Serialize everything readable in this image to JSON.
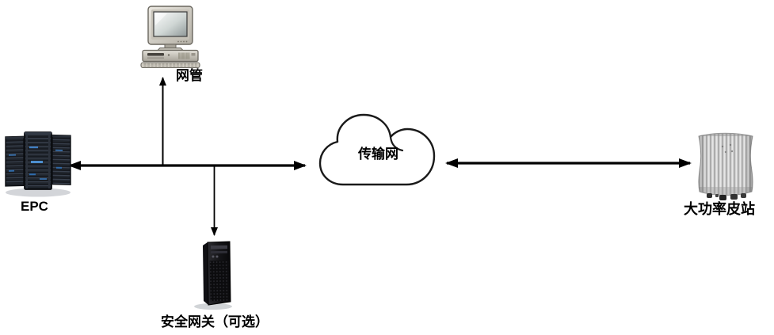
{
  "diagram": {
    "background": "#ffffff",
    "nodes": {
      "network_manager": {
        "label": "网管",
        "icon": "desktop-computer-icon"
      },
      "epc": {
        "label": "EPC",
        "icon": "server-rack-icon"
      },
      "transmission_network": {
        "label": "传输网",
        "icon": "cloud-icon"
      },
      "security_gateway": {
        "label": "安全网关（可选）",
        "icon": "tower-server-icon"
      },
      "pico_station": {
        "label": "大功率皮站",
        "icon": "base-station-icon"
      }
    },
    "connections": [
      {
        "from": "epc",
        "to": "transmission_network",
        "style": "bidirectional-bold"
      },
      {
        "from": "epc-transmission-line",
        "to": "network_manager",
        "style": "unidirectional-thin"
      },
      {
        "from": "epc-transmission-line",
        "to": "security_gateway",
        "style": "unidirectional-thin"
      },
      {
        "from": "transmission_network",
        "to": "pico_station",
        "style": "bidirectional-bold"
      }
    ],
    "colors": {
      "arrow": "#000000",
      "label": "#000000",
      "cloud_fill": "#ffffff",
      "cloud_stroke": "#1a1a1a"
    }
  }
}
